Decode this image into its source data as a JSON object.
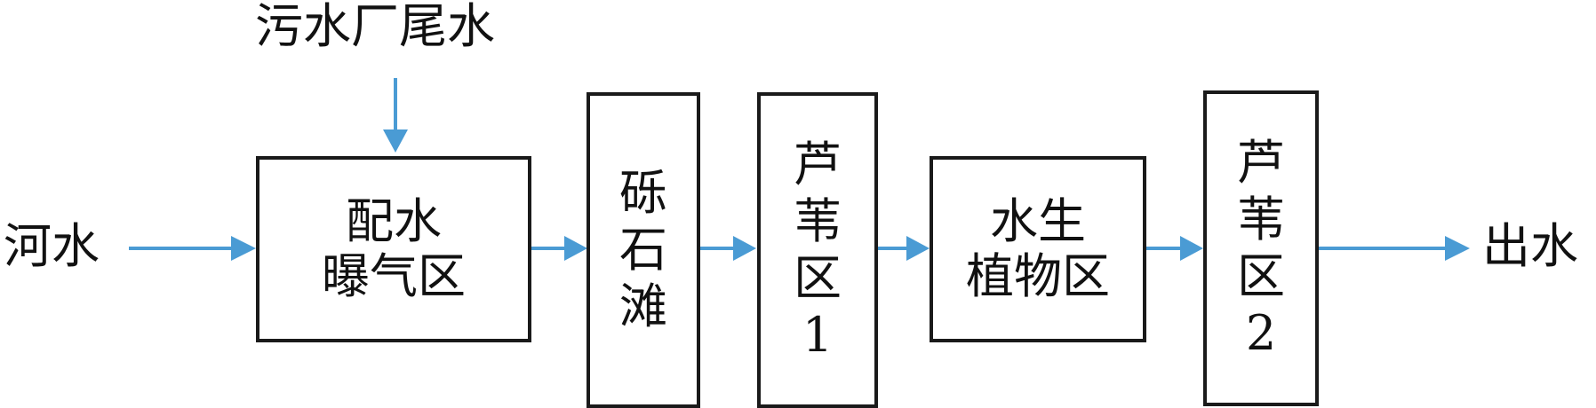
{
  "labels": {
    "wastewater_effluent": "污水厂尾水",
    "river_water": "河水",
    "outflow": "出水"
  },
  "boxes": {
    "aeration_zone": "配水\n曝气区",
    "gravel_beach": [
      "砾",
      "石",
      "滩"
    ],
    "reed_zone_1": [
      "芦",
      "苇",
      "区",
      "1"
    ],
    "aquatic_plant_zone": "水生\n植物区",
    "reed_zone_2": [
      "芦",
      "苇",
      "区",
      "2"
    ]
  },
  "colors": {
    "arrow": "#4a9bd4",
    "border": "#1a1a1a"
  }
}
